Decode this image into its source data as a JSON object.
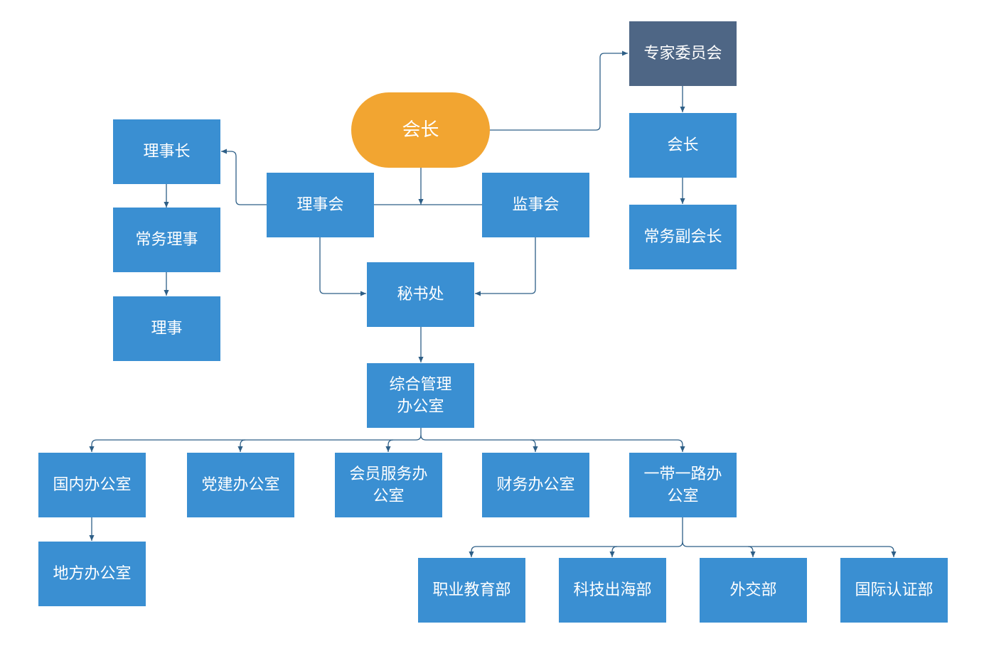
{
  "colors": {
    "box": "#3a8fd2",
    "dark_box": "#4e6685",
    "pill": "#f2a531",
    "connector": "#2e5f87"
  },
  "nodes": {
    "president": "会长",
    "expert_committee": "专家委员会",
    "expert_president": "会长",
    "expert_vice_president": "常务副会长",
    "board": "理事会",
    "supervisory_board": "监事会",
    "board_chairman": "理事长",
    "executive_director": "常务理事",
    "director": "理事",
    "secretariat": "秘书处",
    "general_office": "综合管理\n办公室",
    "domestic_office": "国内办公室",
    "local_office": "地方办公室",
    "party_office": "党建办公室",
    "member_service_office": "会员服务办\n公室",
    "finance_office": "财务办公室",
    "belt_road_office": "一带一路办\n公室",
    "vocational_education_dept": "职业教育部",
    "tech_overseas_dept": "科技出海部",
    "diplomacy_dept": "外交部",
    "intl_certification_dept": "国际认证部"
  }
}
